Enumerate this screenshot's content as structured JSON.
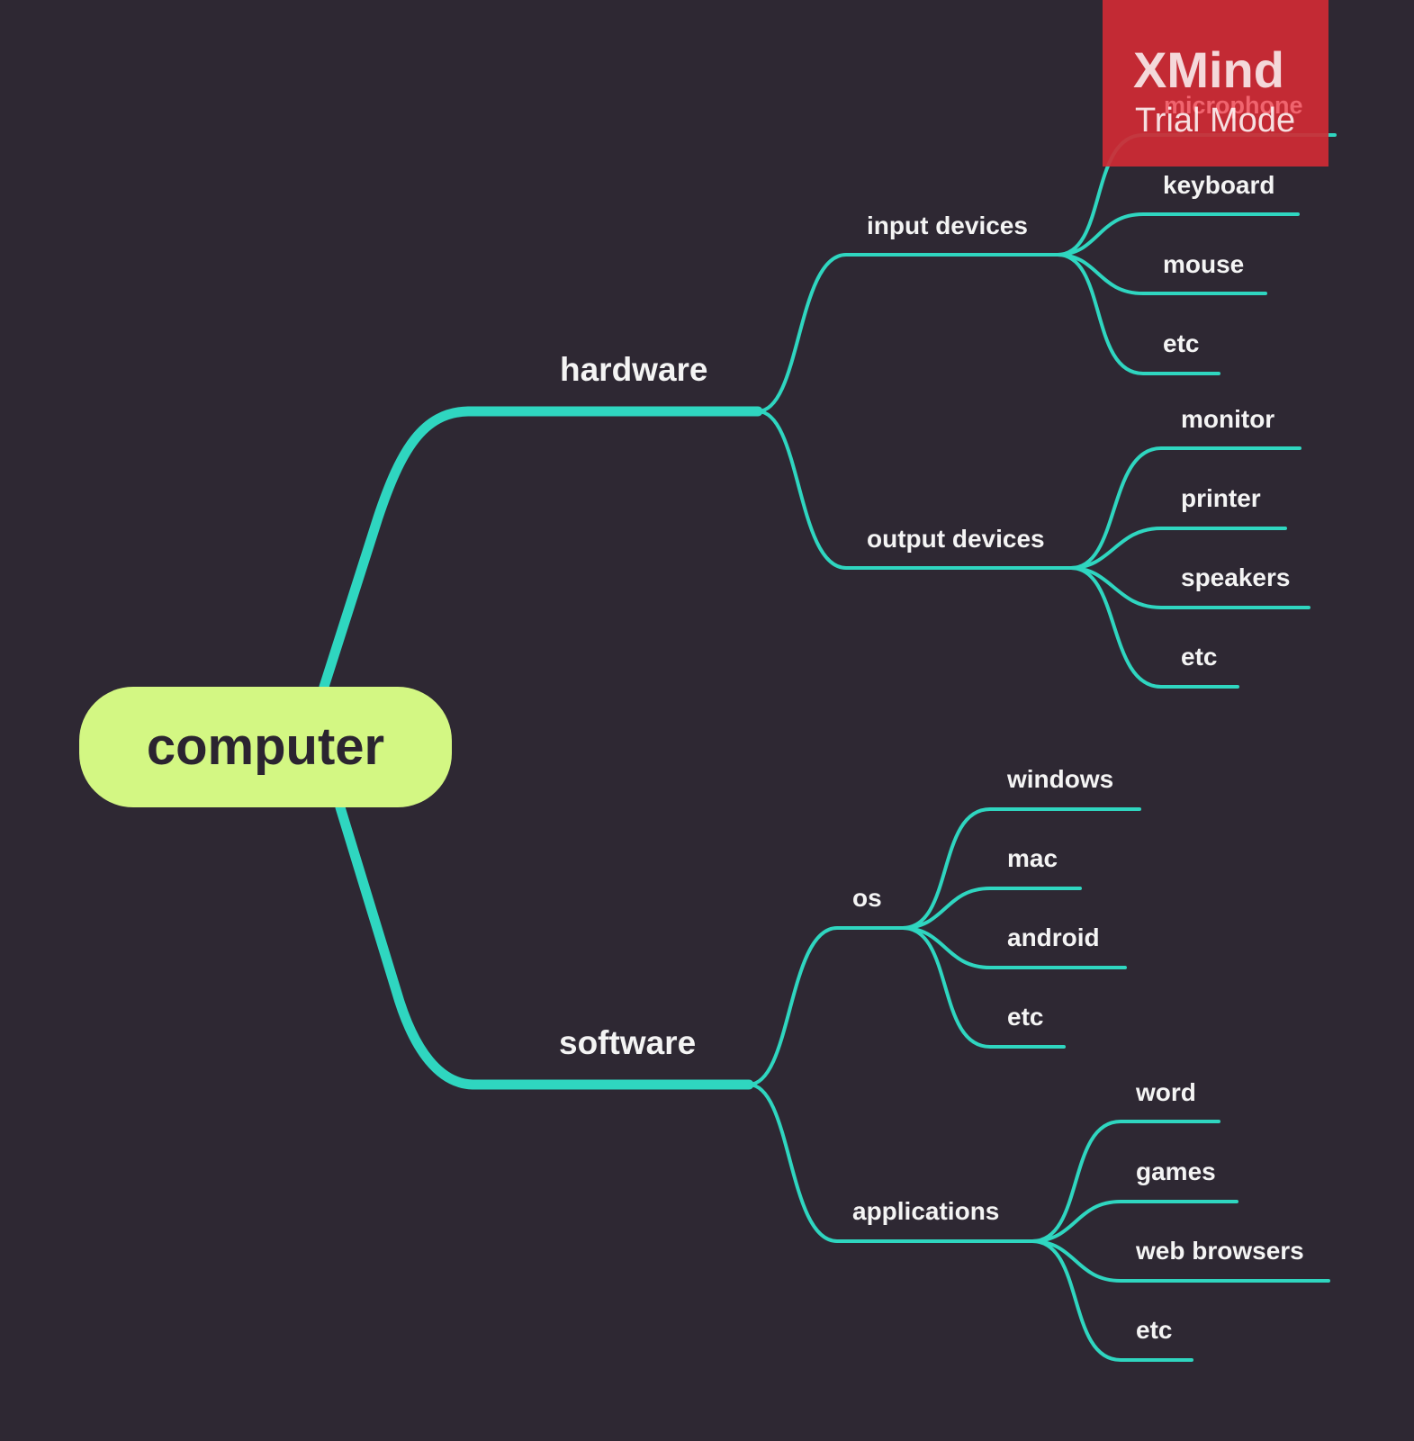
{
  "colors": {
    "background": "#2e2833",
    "branch": "#2fd6c0",
    "root_fill": "#d3f783",
    "root_text": "#2b2430",
    "label_text": "#f4f4f4",
    "watermark": "#d02a34"
  },
  "root": {
    "label": "computer"
  },
  "branches": {
    "hardware": {
      "label": "hardware",
      "input": {
        "label": "input devices",
        "leaves": [
          "microphone",
          "keyboard",
          "mouse",
          "etc"
        ]
      },
      "output": {
        "label": "output devices",
        "leaves": [
          "monitor",
          "printer",
          "speakers",
          "etc"
        ]
      }
    },
    "software": {
      "label": "software",
      "os": {
        "label": "os",
        "leaves": [
          "windows",
          "mac",
          "android",
          "etc"
        ]
      },
      "applications": {
        "label": "applications",
        "leaves": [
          "word",
          "games",
          "web browsers",
          "etc"
        ]
      }
    }
  },
  "watermark": {
    "brand": "XMind",
    "mode": "Trial Mode"
  }
}
